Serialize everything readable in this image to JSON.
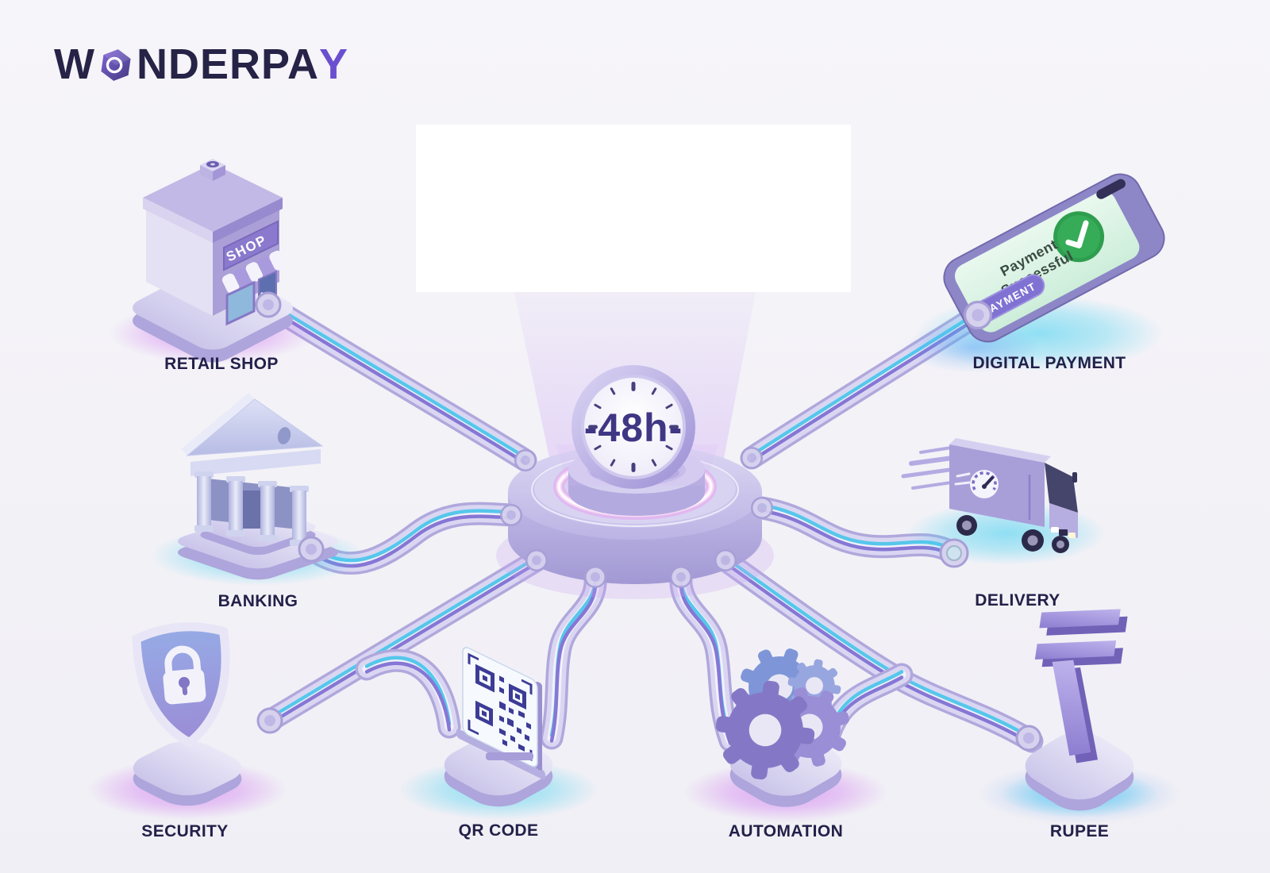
{
  "logo": {
    "prefix": "W",
    "o_icon": "hexagon-o-icon",
    "mid": "NDER",
    "bold_part": "PA",
    "accent_part": "Y",
    "full_name": "WONDERPAY"
  },
  "hub": {
    "time_label": "-48h-"
  },
  "nodes": {
    "retail_shop": {
      "label": "RETAIL SHOP",
      "sign": "SHOP"
    },
    "banking": {
      "label": "BANKING"
    },
    "security": {
      "label": "SECURITY"
    },
    "qr_code": {
      "label": "QR CODE"
    },
    "automation": {
      "label": "AUTOMATION"
    },
    "rupee": {
      "label": "RUPEE"
    },
    "delivery": {
      "label": "DELIVERY"
    },
    "digital_payment": {
      "label": "DIGITAL PAYMENT",
      "phone_status_line1": "Payment",
      "phone_status_line2": "Successful",
      "phone_button": "PAYMENT"
    }
  },
  "colors": {
    "accent_purple": "#6a4fd0",
    "pipe_cyan": "#56c7eb",
    "pipe_purple": "#8677d5",
    "glow_magenta": "#c95ff0",
    "glow_cyan": "#3fd0f0",
    "text_dark": "#232049",
    "success_green": "#35a855"
  }
}
